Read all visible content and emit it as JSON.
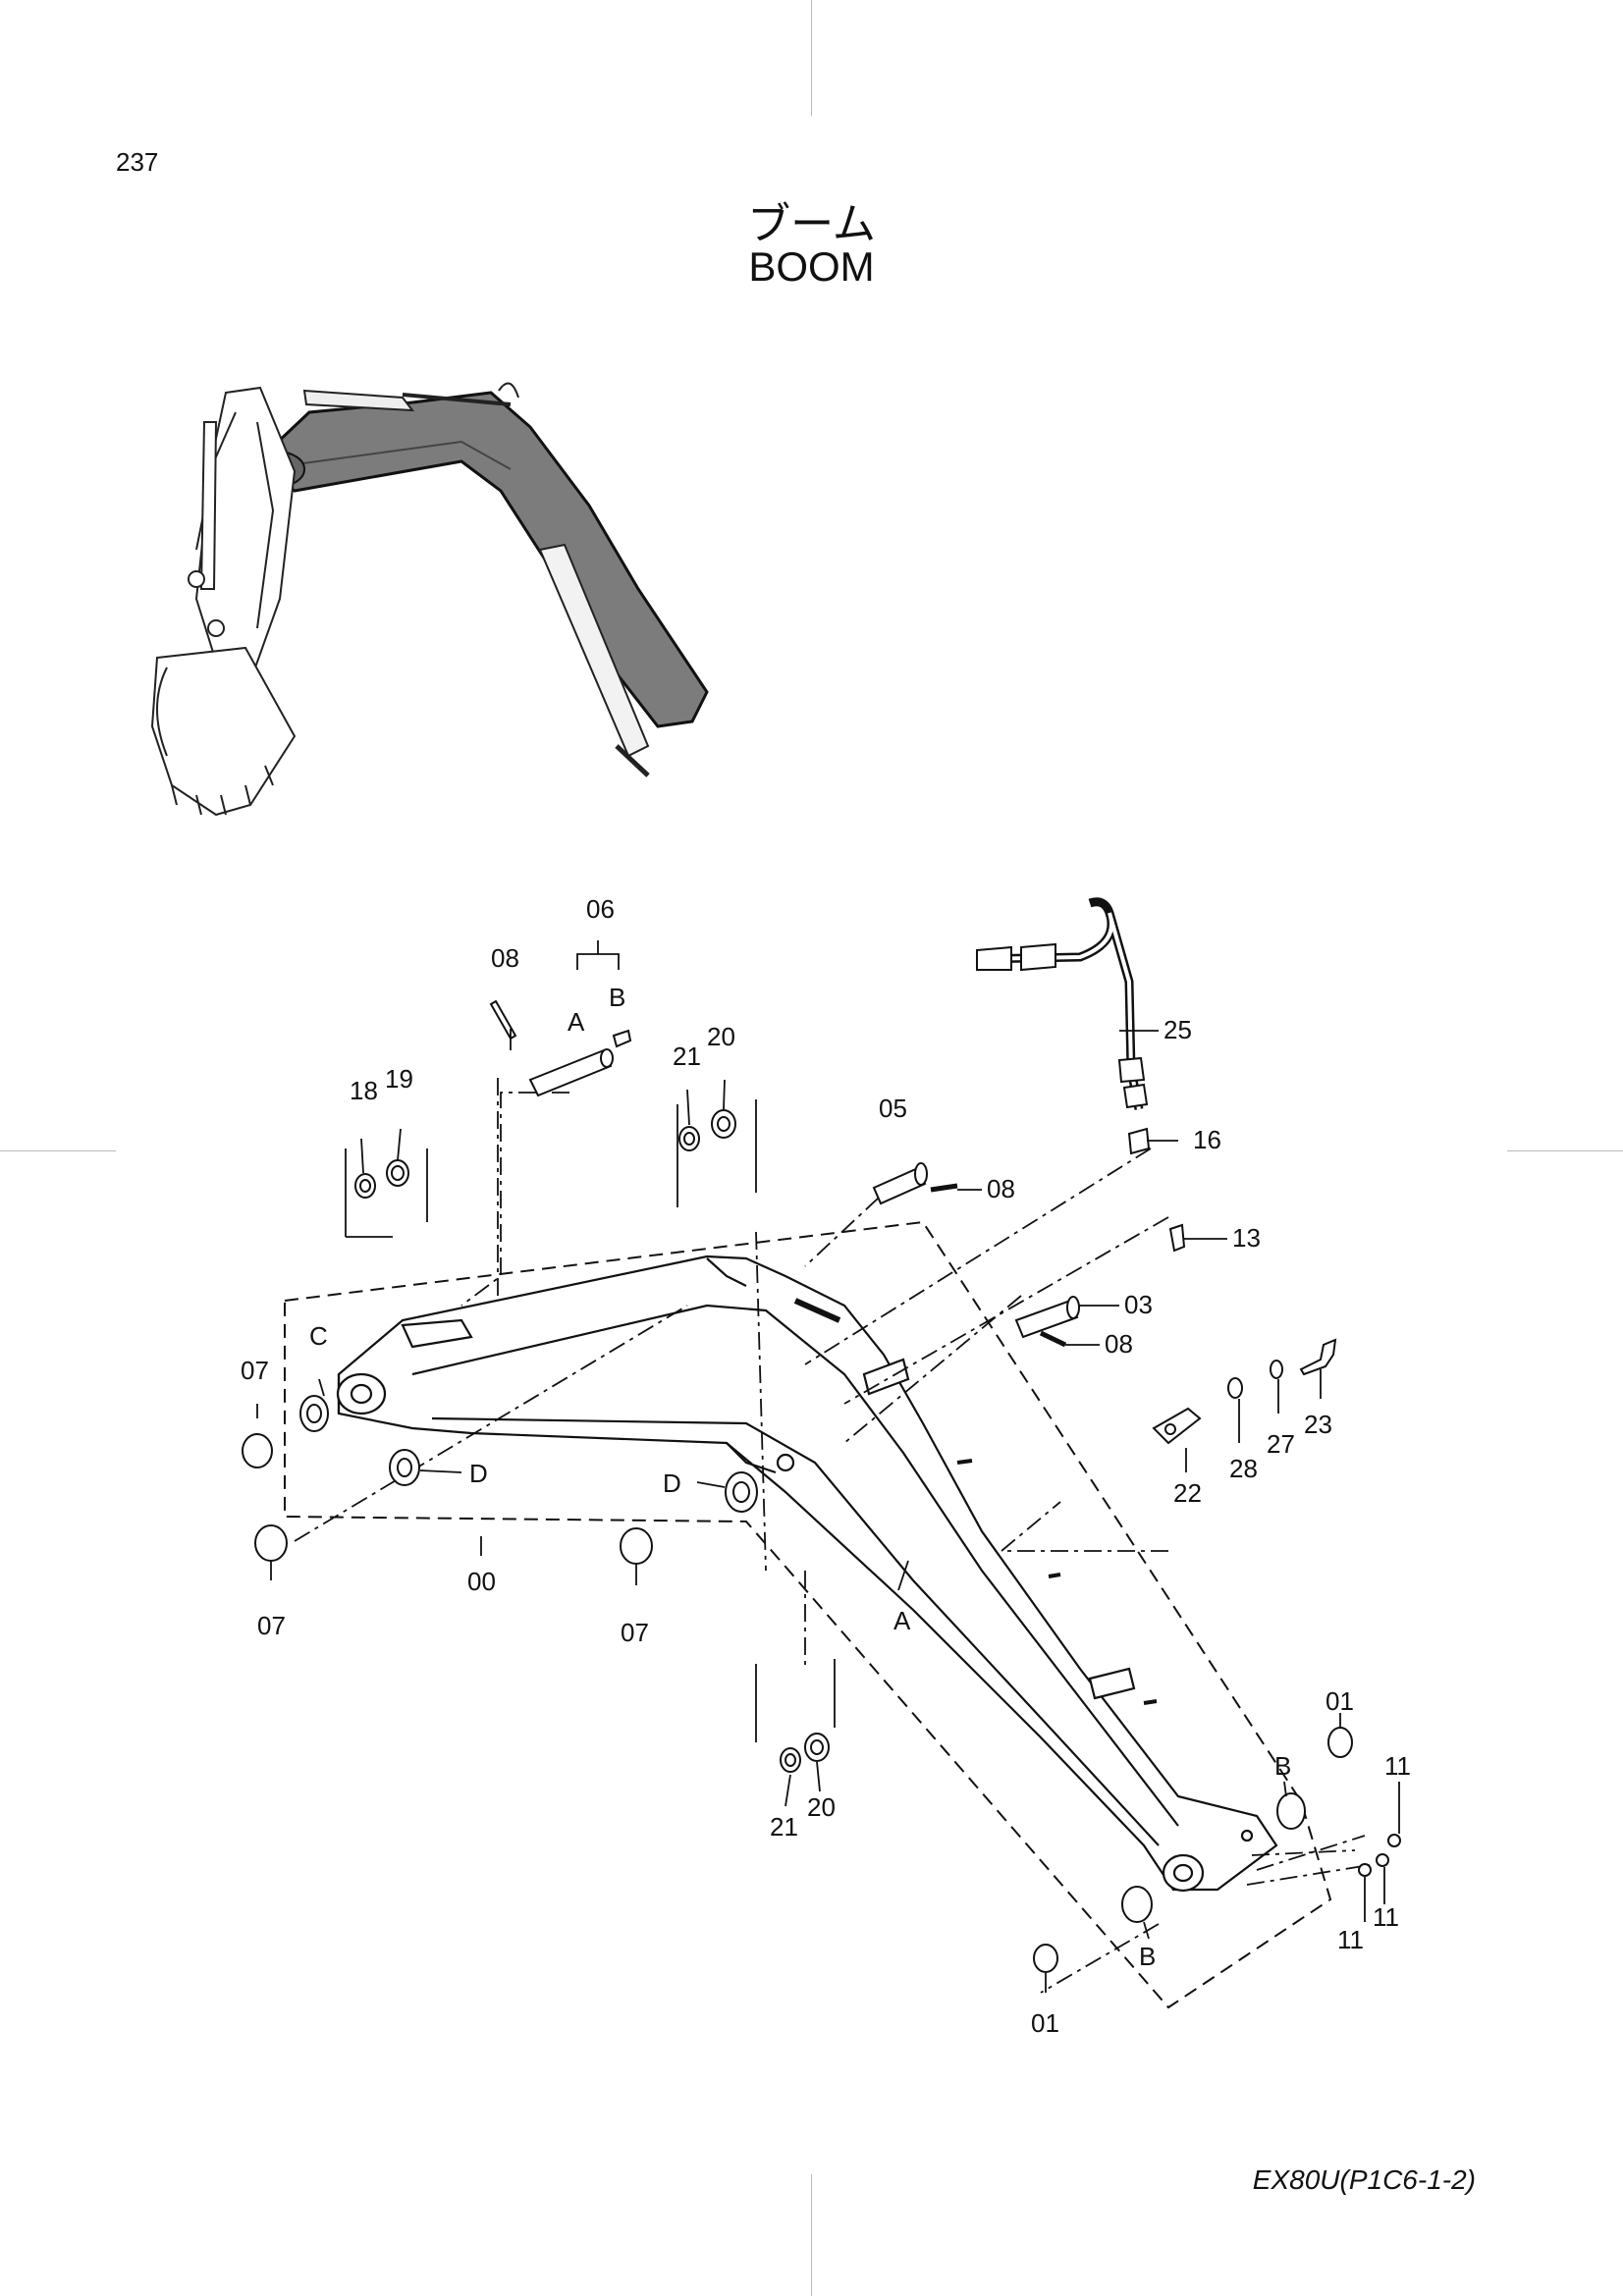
{
  "page": {
    "number": "237",
    "model_code": "EX80U(P1C6-1-2)"
  },
  "title": {
    "japanese": "ブーム",
    "english": "BOOM"
  },
  "callouts": {
    "c00": "00",
    "c01a": "01",
    "c01b": "01",
    "c03": "03",
    "c05": "05",
    "c06": "06",
    "c07a": "07",
    "c07b": "07",
    "c07c": "07",
    "c08a": "08",
    "c08b": "08",
    "c08c": "08",
    "c11a": "11",
    "c11b": "11",
    "c11c": "11",
    "c13": "13",
    "c16": "16",
    "c18": "18",
    "c19": "19",
    "c20a": "20",
    "c20b": "20",
    "c21a": "21",
    "c21b": "21",
    "c22": "22",
    "c23": "23",
    "c25": "25",
    "c27": "27",
    "c28": "28",
    "la1": "A",
    "la2": "A",
    "lb1": "B",
    "lb2": "B",
    "lb3": "B",
    "lc": "C",
    "ld1": "D",
    "ld2": "D"
  }
}
